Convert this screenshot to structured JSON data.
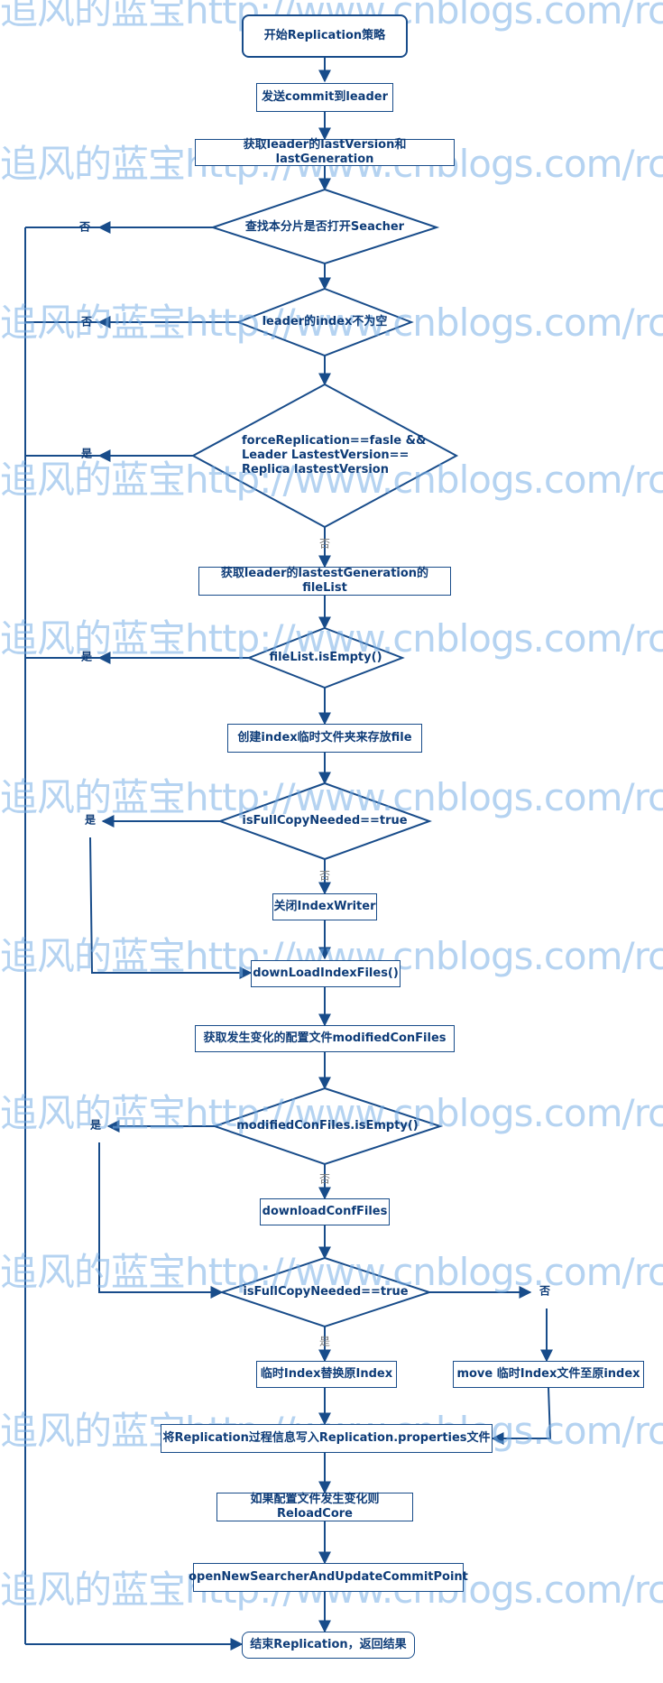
{
  "watermark": "追风的蓝宝http://www.cnblogs.com/rcfeng/",
  "nodes": {
    "start": "开始Replication策略",
    "send_commit": "发送commit到leader",
    "get_version": "获取leader的lastVersion和lastGeneration",
    "check_searcher": "查找本分片是否打开Seacher",
    "check_index": "leader的index不为空",
    "check_force": "forceReplication==fasle &&\nLeader LastestVersion==\nReplica lastestVersion",
    "get_filelist": "获取leader的lastestGeneration的fileList",
    "check_filelist": "fileList.isEmpty()",
    "create_tmp": "创建index临时文件夹来存放file",
    "check_fullcopy1": "isFullCopyNeeded==true",
    "close_writer": "关闭IndexWriter",
    "download_index": "downLoadIndexFiles()",
    "get_conf": "获取发生变化的配置文件modifiedConFiles",
    "check_conf": "modifiedConFiles.isEmpty()",
    "download_conf": "downloadConfFiles",
    "check_fullcopy2": "isFullCopyNeeded==true",
    "replace_index": "临时Index替换原Index",
    "move_index": "move 临时Index文件至原index",
    "write_props": "将Replication过程信息写入Replication.properties文件",
    "reload_core": "如果配置文件发生变化则ReloadCore",
    "open_searcher": "openNewSearcherAndUpdateCommitPoint",
    "end": "结束Replication，返回结果"
  },
  "edge_labels": {
    "no1": "否",
    "no2": "否",
    "yes1": "是",
    "no3": "否",
    "yes2": "是",
    "yes3": "是",
    "no4": "否",
    "yes4": "是",
    "no5": "否",
    "no6": "否",
    "yes5": "是"
  },
  "colors": {
    "line": "#184c8a",
    "text": "#0e3c78",
    "watermark": "#78afe6"
  }
}
